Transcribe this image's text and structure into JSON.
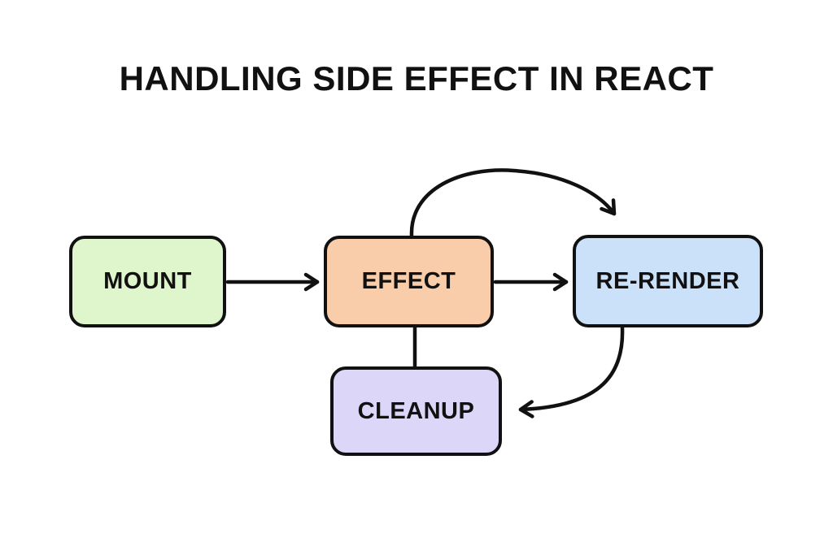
{
  "title": "HANDLING SIDE EFFECT IN REACT",
  "diagram": {
    "nodes": {
      "mount": {
        "label": "MOUNT",
        "fill": "#dff5cc"
      },
      "effect": {
        "label": "EFFECT",
        "fill": "#f9cda9"
      },
      "rerender": {
        "label": "RE-RENDER",
        "fill": "#cbe1fa"
      },
      "cleanup": {
        "label": "CLEANUP",
        "fill": "#dcd6f8"
      }
    },
    "edges": [
      {
        "from": "mount",
        "to": "effect",
        "style": "straight-arrow-right"
      },
      {
        "from": "effect",
        "to": "rerender",
        "style": "straight-arrow-right"
      },
      {
        "from": "effect",
        "to": "rerender",
        "style": "curved-arrow-over-top"
      },
      {
        "from": "effect",
        "to": "cleanup",
        "style": "plain-vertical-line"
      },
      {
        "from": "rerender",
        "to": "cleanup",
        "style": "curved-arrow-down-left"
      }
    ],
    "stroke_color": "#111111",
    "background_color": "#ffffff"
  }
}
